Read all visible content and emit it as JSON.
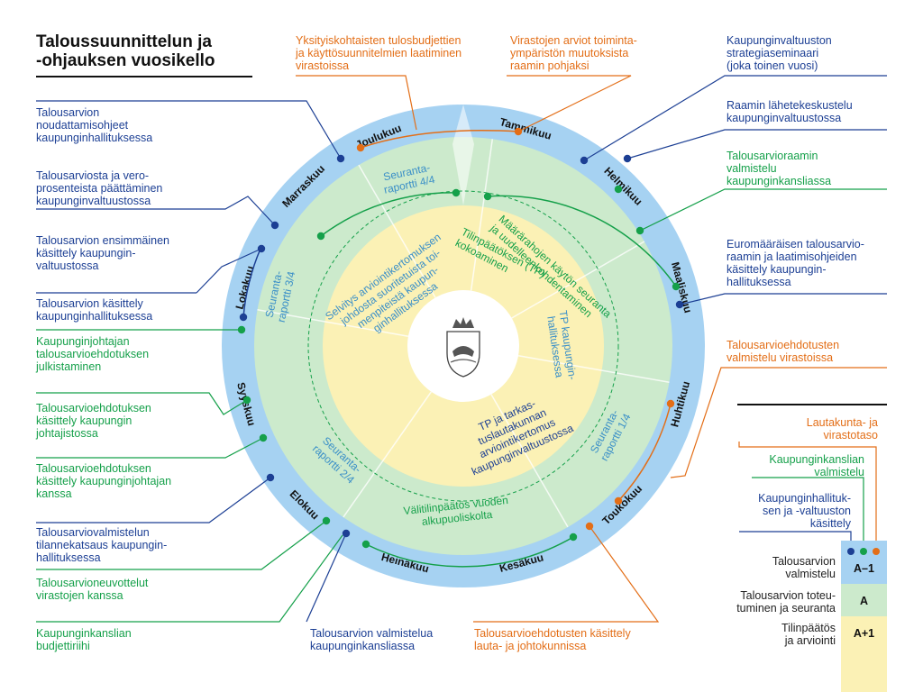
{
  "title": {
    "line1": "Taloussuunnittelun ja",
    "line2": "-ohjauksen vuosikello"
  },
  "months": [
    "Joulukuu",
    "Tammikuu",
    "Helmikuu",
    "Maaliskuu",
    "Huhtikuu",
    "Toukokuu",
    "Kesäkuu",
    "Heinäkuu",
    "Elokuu",
    "Syyskuu",
    "Lokakuu",
    "Marraskuu"
  ],
  "green_ring": {
    "seuranta_4_4": [
      "Seuranta-",
      "raportti 4/4"
    ],
    "maarahojen": [
      "Määrärahojen käytön seuranta",
      "ja uudelleenkohdentaminen"
    ],
    "seuranta_3_4": [
      "Seuranta-",
      "raportti 3/4"
    ],
    "seuranta_1_4": [
      "Seuranta-",
      "raportti 1/4"
    ],
    "seuranta_2_4": [
      "Seuranta-",
      "raportti 2/4"
    ],
    "valitilinpaatos": [
      "Välitilinpäätös vuoden",
      "alkupuoliskolta"
    ]
  },
  "yellow_ring": {
    "tilinpaatoksen": [
      "Tilinpäätöksen (TP)",
      "kokoaminen"
    ],
    "tp_hallitus": [
      "TP kaupungin-",
      "hallituksessa"
    ],
    "tp_tarkastus": [
      "TP ja tarkas-",
      "tuslautakunnan",
      "arviointikertomus",
      "kaupunginvaltuustossa"
    ],
    "selvitys": [
      "Selvitys arviointikertomuksen",
      "johdosta suoritetuista toi-",
      "menpiteistä kaupun-",
      "ginhallituksessa"
    ]
  },
  "labels_left": [
    {
      "lines": [
        "Talousarvion",
        "noudattamisohjeet",
        "kaupunginhallituksessa"
      ],
      "color": "blue"
    },
    {
      "lines": [
        "Talousarviosta ja vero-",
        "prosenteista päättäminen",
        "kaupunginvaltuustossa"
      ],
      "color": "blue"
    },
    {
      "lines": [
        "Talousarvion ensimmäinen",
        "käsittely kaupungin-",
        "valtuustossa"
      ],
      "color": "blue"
    },
    {
      "lines": [
        "Talousarvion käsittely",
        "kaupunginhallituksessa"
      ],
      "color": "blue"
    },
    {
      "lines": [
        "Kaupunginjohtajan",
        "talousarvioehdotuksen",
        "julkistaminen"
      ],
      "color": "green"
    },
    {
      "lines": [
        "Talousarvioehdotuksen",
        "käsittely kaupungin",
        "johtajistossa"
      ],
      "color": "green"
    },
    {
      "lines": [
        "Talousarvioehdotuksen",
        "käsittely kaupunginjohtajan",
        "kanssa"
      ],
      "color": "green"
    },
    {
      "lines": [
        "Talousarviovalmistelun",
        "tilannekatsaus kaupungin-",
        "hallituksessa"
      ],
      "color": "blue"
    },
    {
      "lines": [
        "Talousarvioneuvottelut",
        "virastojen kanssa"
      ],
      "color": "green"
    },
    {
      "lines": [
        "Kaupunginkanslian",
        "budjettiriihi"
      ],
      "color": "green"
    }
  ],
  "labels_top": [
    {
      "lines": [
        "Yksityiskohtaisten tulosbudjettien",
        "ja käyttösuunnitelmien laatiminen",
        "virastoissa"
      ],
      "color": "orange"
    },
    {
      "lines": [
        "Virastojen arviot toiminta-",
        "ympäristön muutoksista",
        "raamin pohjaksi"
      ],
      "color": "orange"
    }
  ],
  "labels_right": [
    {
      "lines": [
        "Kaupunginvaltuuston",
        "strategiaseminaari",
        "(joka toinen vuosi)"
      ],
      "color": "blue"
    },
    {
      "lines": [
        "Raamin lähetekeskustelu",
        "kaupunginvaltuustossa"
      ],
      "color": "blue"
    },
    {
      "lines": [
        "Talousarvioraamin",
        "valmistelu",
        "kaupunginkansliassa"
      ],
      "color": "green"
    },
    {
      "lines": [
        "Euromääräisen talousarvio-",
        "raamin ja laatimisohjeiden",
        "käsittely kaupungin-",
        "hallituksessa"
      ],
      "color": "blue"
    },
    {
      "lines": [
        "Talousarvioehdotusten",
        "valmistelu virastoissa"
      ],
      "color": "orange"
    }
  ],
  "labels_bottom": [
    {
      "lines": [
        "Talousarvion valmistelua",
        "kaupunginkansliassa"
      ],
      "color": "blue"
    },
    {
      "lines": [
        "Talousarvioehdotusten käsittely",
        "lauta- ja johtokunnissa"
      ],
      "color": "orange"
    }
  ],
  "legend": {
    "lautakunta": [
      "Lautakunta- ja",
      "virastotaso"
    ],
    "kanslia": [
      "Kaupunginkanslian",
      "valmistelu"
    ],
    "hallitus": [
      "Kaupunginhallituk-",
      "sen ja -valtuuston",
      "käsittely"
    ],
    "rows": [
      {
        "label": [
          "Talousarvion",
          "valmistelu"
        ],
        "code": "A–1"
      },
      {
        "label": [
          "Talousarvion toteu-",
          "tuminen ja seuranta"
        ],
        "code": "A"
      },
      {
        "label": [
          "Tilinpäätös",
          "ja arviointi"
        ],
        "code": "A+1"
      }
    ]
  },
  "colors": {
    "blue_ring": "#a6d2f2",
    "green_ring": "#cceacc",
    "yellow_ring": "#fbf1b5",
    "blue": "#1c3f94",
    "green": "#15a04a",
    "orange": "#e36e17",
    "month_text": "#111111"
  },
  "icons": {
    "center": "city-coat-of-arms-icon"
  }
}
